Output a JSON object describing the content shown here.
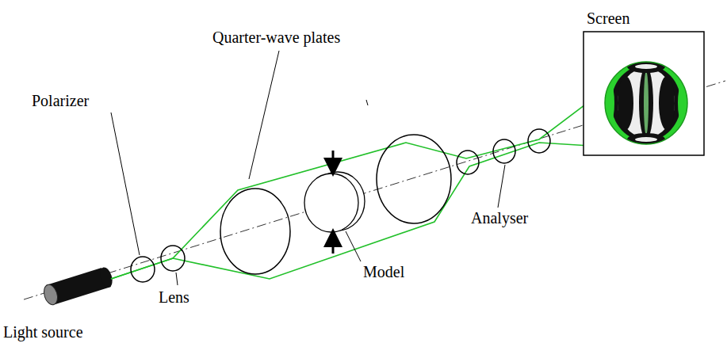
{
  "diagram": {
    "labels": [
      "Screen",
      "Quarter-wave plates",
      "Polarizer",
      "Lens",
      "Model",
      "Analyser",
      "Light source"
    ]
  }
}
